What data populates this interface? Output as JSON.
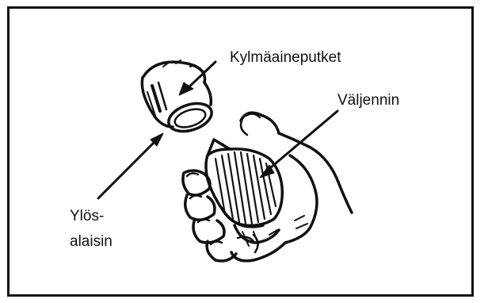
{
  "labels": {
    "coolant_pipes": "Kylmäaineputket",
    "expander": "Väljennin",
    "upside_down_line1": "Ylös-",
    "upside_down_line2": "alaisin"
  },
  "colors": {
    "ink": "#111111",
    "background": "#ffffff"
  }
}
